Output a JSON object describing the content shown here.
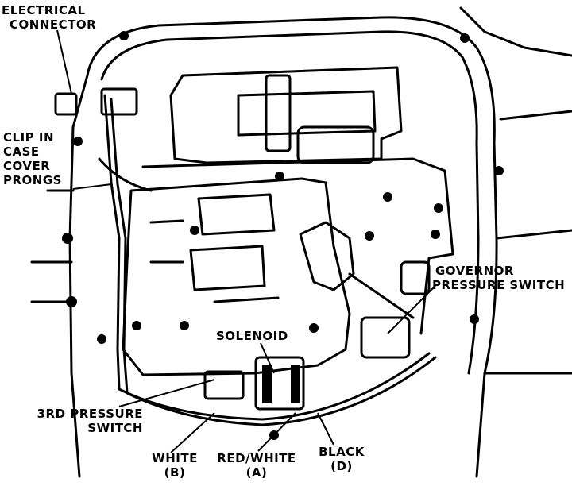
{
  "colors": {
    "ink": "#000000",
    "paper": "#ffffff"
  },
  "labels": {
    "electrical_connector": [
      "ELECTRICAL",
      "CONNECTOR"
    ],
    "clip_in_case": [
      "CLIP IN",
      "CASE",
      "COVER",
      "PRONGS"
    ],
    "governor_pressure_switch": [
      "GOVERNOR",
      "PRESSURE SWITCH"
    ],
    "solenoid": "SOLENOID",
    "third_pressure_switch": [
      "3RD PRESSURE",
      "SWITCH"
    ],
    "white": [
      "WHITE",
      "(B)"
    ],
    "red_white": [
      "RED/WHITE",
      "(A)"
    ],
    "black": [
      "BLACK",
      "(D)"
    ]
  }
}
